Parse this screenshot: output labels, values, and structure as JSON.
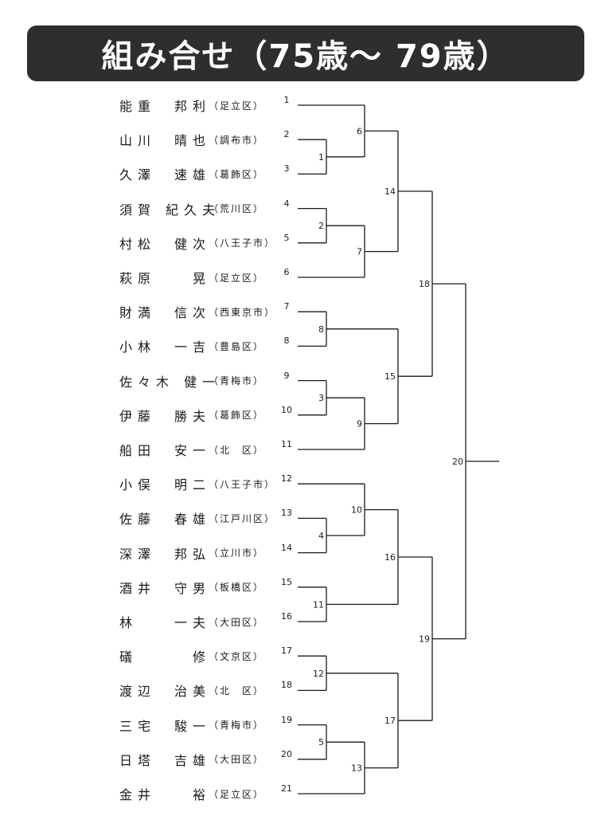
{
  "title": "組み合せ（75歳～ 79歳）",
  "players": [
    {
      "seed": "1",
      "name": "能重　邦利",
      "club": "（足立区）"
    },
    {
      "seed": "2",
      "name": "山川　晴也",
      "club": "（調布市）"
    },
    {
      "seed": "3",
      "name": "久澤　速雄",
      "club": "（葛飾区）"
    },
    {
      "seed": "4",
      "name": "須賀 紀久夫",
      "club": "（荒川区）"
    },
    {
      "seed": "5",
      "name": "村松　健次",
      "club": "（八王子市）"
    },
    {
      "seed": "6",
      "name": "萩原　　晃",
      "club": "（足立区）"
    },
    {
      "seed": "7",
      "name": "財満　信次",
      "club": "（西東京市）"
    },
    {
      "seed": "8",
      "name": "小林　一吉",
      "club": "（豊島区）"
    },
    {
      "seed": "9",
      "name": "佐々木 健一",
      "club": "（青梅市）"
    },
    {
      "seed": "10",
      "name": "伊藤　勝夫",
      "club": "（葛飾区）"
    },
    {
      "seed": "11",
      "name": "船田　安一",
      "club": "（北　区）"
    },
    {
      "seed": "12",
      "name": "小俣　明二",
      "club": "（八王子市）"
    },
    {
      "seed": "13",
      "name": "佐藤　春雄",
      "club": "（江戸川区）"
    },
    {
      "seed": "14",
      "name": "深澤　邦弘",
      "club": "（立川市）"
    },
    {
      "seed": "15",
      "name": "酒井　守男",
      "club": "（板橋区）"
    },
    {
      "seed": "16",
      "name": "林　　一夫",
      "club": "（大田区）"
    },
    {
      "seed": "17",
      "name": "礒　　　修",
      "club": "（文京区）"
    },
    {
      "seed": "18",
      "name": "渡辺　治美",
      "club": "（北　区）"
    },
    {
      "seed": "19",
      "name": "三宅　駿一",
      "club": "（青梅市）"
    },
    {
      "seed": "20",
      "name": "日塔　吉雄",
      "club": "（大田区）"
    },
    {
      "seed": "21",
      "name": "金井　　裕",
      "club": "（足立区）"
    }
  ],
  "matches": [
    {
      "label": "1",
      "a": "p2",
      "b": "p3"
    },
    {
      "label": "2",
      "a": "p4",
      "b": "p5"
    },
    {
      "label": "3",
      "a": "p9",
      "b": "p10"
    },
    {
      "label": "4",
      "a": "p13",
      "b": "p14"
    },
    {
      "label": "5",
      "a": "p19",
      "b": "p20"
    },
    {
      "label": "6",
      "a": "p1",
      "b": "m1"
    },
    {
      "label": "7",
      "a": "m2",
      "b": "p6"
    },
    {
      "label": "8",
      "a": "p7",
      "b": "p8"
    },
    {
      "label": "9",
      "a": "m3",
      "b": "p11"
    },
    {
      "label": "10",
      "a": "p12",
      "b": "m4"
    },
    {
      "label": "11",
      "a": "p15",
      "b": "p16"
    },
    {
      "label": "12",
      "a": "p17",
      "b": "p18"
    },
    {
      "label": "13",
      "a": "m5",
      "b": "p21"
    },
    {
      "label": "14",
      "a": "m6",
      "b": "m7"
    },
    {
      "label": "15",
      "a": "m8",
      "b": "m9"
    },
    {
      "label": "16",
      "a": "m10",
      "b": "m11"
    },
    {
      "label": "17",
      "a": "m12",
      "b": "m13"
    },
    {
      "label": "18",
      "a": "m14",
      "b": "m15"
    },
    {
      "label": "19",
      "a": "m16",
      "b": "m17"
    },
    {
      "label": "20",
      "a": "m18",
      "b": "m19"
    }
  ],
  "line_color": "#1a1a1a"
}
